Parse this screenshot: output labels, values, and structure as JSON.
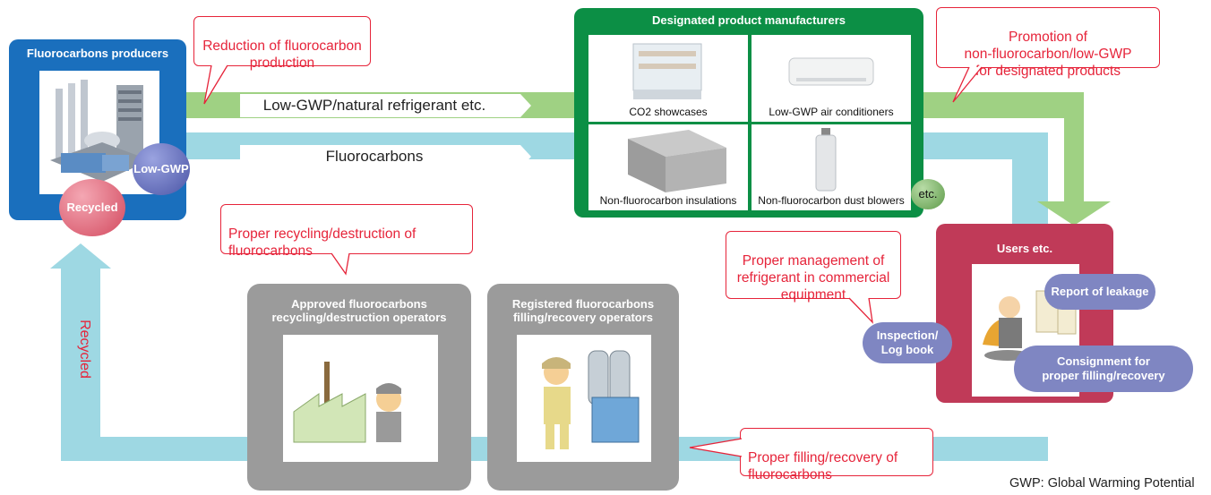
{
  "producers": {
    "title": "Fluorocarbons producers",
    "badge_low_gwp": "Low-GWP",
    "badge_recycled": "Recycled"
  },
  "flows": {
    "low_gwp": "Low-GWP/natural refrigerant etc.",
    "fluorocarbons": "Fluorocarbons",
    "recycled": "Recycled"
  },
  "manufacturers": {
    "title": "Designated product manufacturers",
    "items": [
      "CO2 showcases",
      "Low-GWP air conditioners",
      "Non-fluorocarbon insulations",
      "Non-fluorocarbon dust blowers"
    ],
    "etc": "etc."
  },
  "users": {
    "title": "Users etc.",
    "report": "Report of leakage",
    "inspection": "Inspection/\nLog book",
    "consignment": "Consignment for\nproper filling/recovery"
  },
  "operators": {
    "approved": "Approved fluorocarbons\nrecycling/destruction operators",
    "registered": "Registered fluorocarbons\nfilling/recovery operators"
  },
  "callouts": {
    "reduction": "Reduction of fluorocarbon\nproduction",
    "promotion": "Promotion of\nnon-fluorocarbon/low-GWP\nfor designated products",
    "proper_recycling": "Proper recycling/destruction of\nfluorocarbons",
    "proper_management": "Proper management of\nrefrigerant in commercial\nequipment",
    "proper_filling": "Proper filling/recovery of\nfluorocarbons"
  },
  "footnote": "GWP: Global Warming Potential",
  "colors": {
    "green_flow": "#9fd183",
    "teal_flow": "#9ed8e3",
    "producer_blue": "#1a6fbd",
    "manufacturer_green": "#0c8f45",
    "users_red": "#c03a58",
    "callout_red": "#e6243a"
  }
}
